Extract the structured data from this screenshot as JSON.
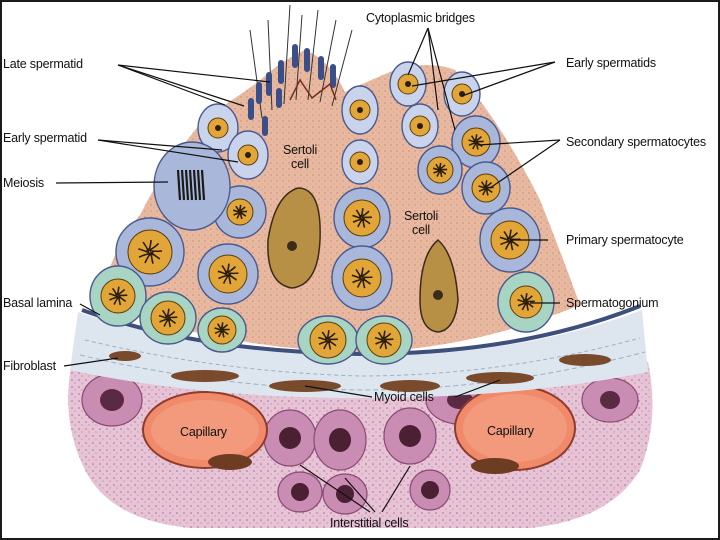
{
  "labels": {
    "cytoplasmic_bridges": "Cytoplasmic bridges",
    "late_spermatid": "Late spermatid",
    "early_spermatids": "Early spermatids",
    "early_spermatid": "Early spermatid",
    "secondary_spermatocytes": "Secondary spermatocytes",
    "meiosis": "Meiosis",
    "sertoli_cell_top_1": "Sertoli",
    "sertoli_cell_top_2": "cell",
    "sertoli_cell_right_1": "Sertoli",
    "sertoli_cell_right_2": "cell",
    "primary_spermatocyte": "Primary spermatocyte",
    "basal_lamina": "Basal lamina",
    "spermatogonium": "Spermatogonium",
    "fibroblast": "Fibroblast",
    "myoid_cells": "Myoid cells",
    "capillary_left": "Capillary",
    "capillary_right": "Capillary",
    "interstitial_cells": "Interstitial cells"
  },
  "colors": {
    "sertoli_cytoplasm": "#e8b9a0",
    "spermatocyte_cell": "#a9b8da",
    "spermatocyte_border": "#4a5a8e",
    "spermatid_cell": "#c9d4ec",
    "spermatogonium_cell": "#a8d4c4",
    "nucleus": "#e2a638",
    "chromatin": "#2b1d10",
    "sertoli_nucleus": "#b89045",
    "basal_lamina": "#3d4f7a",
    "connective_tissue": "#d7e1ec",
    "myoid": "#7a4a2c",
    "capillary": "#f08a6a",
    "interstitial": "#d6a3c1"
  }
}
